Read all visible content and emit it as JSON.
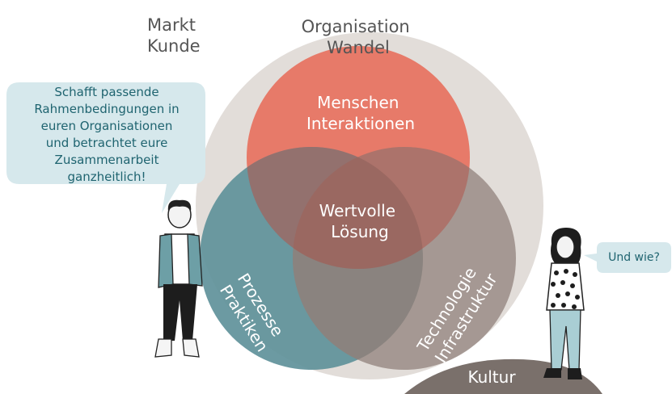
{
  "colors": {
    "outer_circle": "#e2ddd9",
    "menschen": "#e77a69",
    "prozesse": "#5f919a",
    "technologie": "#9a8c86",
    "center_overlap": "#b4584f",
    "bubble_fill": "#d6e8ec",
    "bubble_text": "#1f6470",
    "kultur_shape": "#7a706b",
    "label_dark": "#555555",
    "label_light": "#ffffff"
  },
  "corner_label": [
    "Markt",
    "Kunde"
  ],
  "outer_label": [
    "Organisation",
    "Wandel"
  ],
  "circles": {
    "top": [
      "Menschen",
      "Interaktionen"
    ],
    "center": [
      "Wertvolle",
      "Lösung"
    ],
    "left": [
      "Prozesse",
      "Praktiken"
    ],
    "right": [
      "Technologie",
      "Infrastruktur"
    ]
  },
  "kultur": "Kultur",
  "speech_left": [
    "Schafft passende",
    "Rahmenbedingungen in",
    "euren Organisationen",
    "und betrachtet eure",
    "Zusammenarbeit",
    "ganzheitlich!"
  ],
  "speech_right": "Und wie?"
}
